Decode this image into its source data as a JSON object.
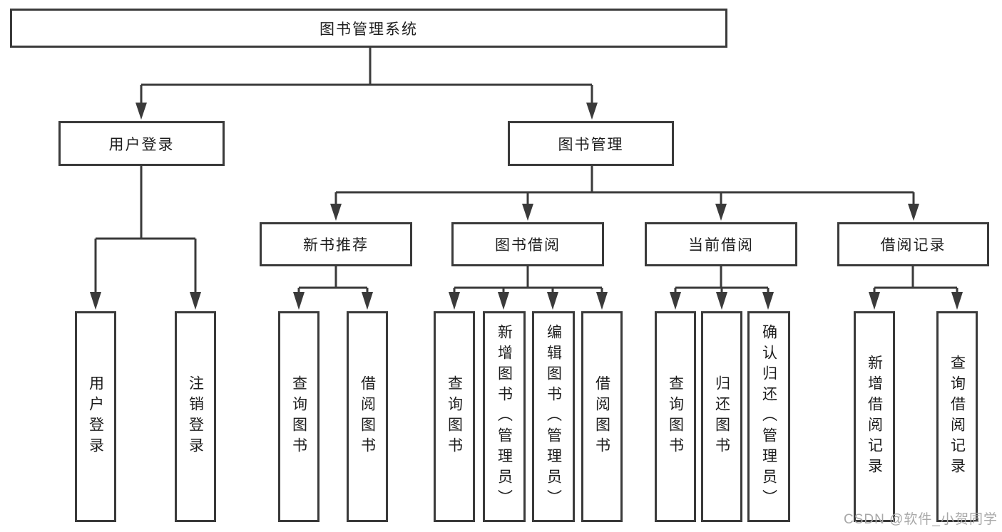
{
  "colors": {
    "line": "#3a3a3a",
    "text": "#1d1d1d",
    "background": "#ffffff",
    "watermark": "#a8a8a8"
  },
  "tree": {
    "root": {
      "label": "图书管理系统"
    },
    "children": [
      {
        "label": "用户登录",
        "children": [
          {
            "label": "用户登录"
          },
          {
            "label": "注销登录"
          }
        ]
      },
      {
        "label": "图书管理",
        "children": [
          {
            "label": "新书推荐",
            "children": [
              {
                "label": "查询图书"
              },
              {
                "label": "借阅图书"
              }
            ]
          },
          {
            "label": "图书借阅",
            "children": [
              {
                "label": "查询图书"
              },
              {
                "label": "新增图书（管理员）"
              },
              {
                "label": "编辑图书（管理员）"
              },
              {
                "label": "借阅图书"
              }
            ]
          },
          {
            "label": "当前借阅",
            "children": [
              {
                "label": "查询图书"
              },
              {
                "label": "归还图书"
              },
              {
                "label": "确认归还（管理员）"
              }
            ]
          },
          {
            "label": "借阅记录",
            "children": [
              {
                "label": "新增借阅记录"
              },
              {
                "label": "查询借阅记录"
              }
            ]
          }
        ]
      }
    ]
  },
  "watermark": {
    "text": "CSDN @软件_小贺同学"
  }
}
